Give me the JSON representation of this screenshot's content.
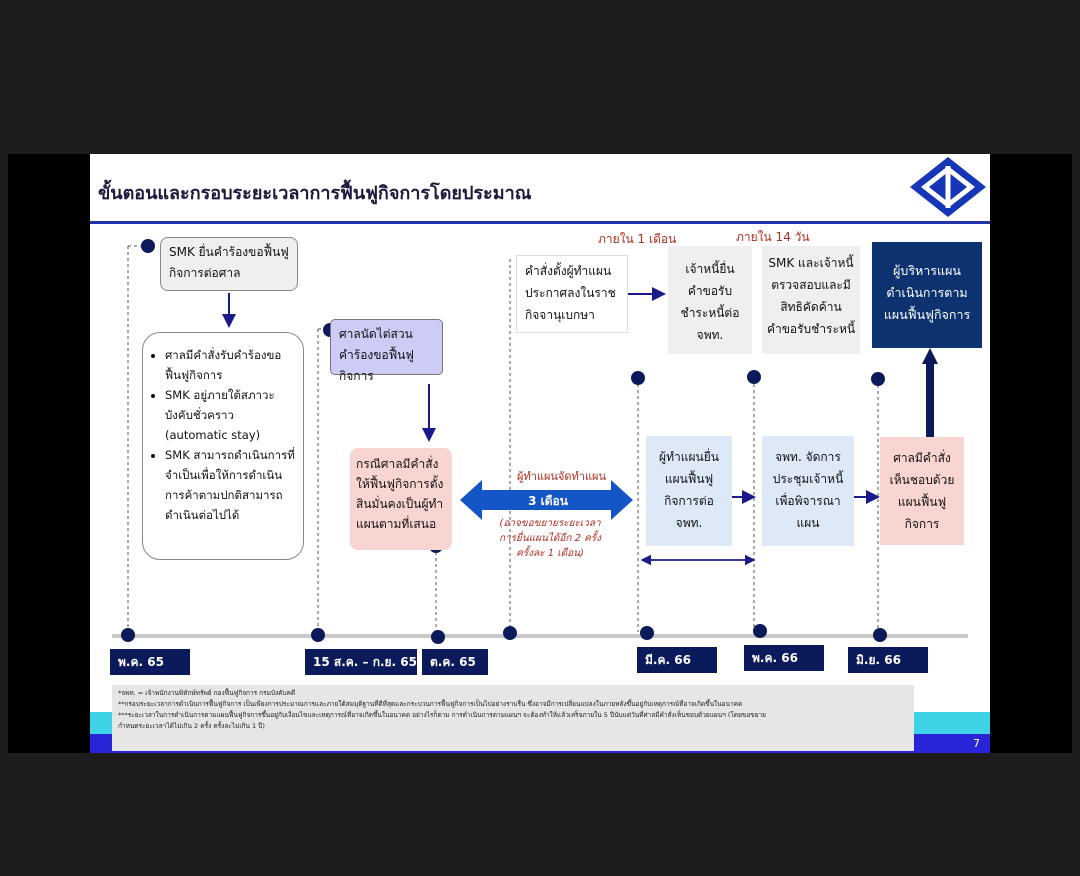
{
  "title": "ขั้นตอนและกรอบระยะเวลาการฟื้นฟูกิจการโดยประมาณ",
  "colors": {
    "title_rule": "#2233aa",
    "navy": "#0b1a5a",
    "dark_blue": "#0d3270",
    "arrow_blue": "#1556c7",
    "pink": "#f9d5d1",
    "lavender": "#ccccf7",
    "light_blue": "#dde9f7",
    "light_gray": "#efefef",
    "red": "#b03020",
    "cyan": "#3ed2e6"
  },
  "steps": {
    "smk_file": "SMK ยื่นคำร้องขอฟื้นฟูกิจการต่อศาล",
    "court_accept_bullets": [
      "ศาลมีคำสั่งรับคำร้องขอฟื้นฟูกิจการ",
      "SMK อยู่ภายใต้สภาวะบังคับชั่วคราว (automatic stay)",
      "SMK สามารถดำเนินการที่จำเป็นเพื่อให้การดำเนินการค้าตามปกติสามารถดำเนินต่อไปได้"
    ],
    "court_hearing": "ศาลนัดไต่สวนคำร้องขอฟื้นฟูกิจการ",
    "court_order": "กรณีศาลมีคำสั่งให้ฟื้นฟูกิจการตั้งสินมั่นคงเป็นผู้ทำแผนตามที่เสนอ",
    "gazette": "คำสั่งตั้งผู้ทำแผนประกาศลงในราชกิจจานุเบกษา",
    "creditor_claim": "เจ้าหนี้ยื่นคำขอรับชำระหนี้ต่อ จพท.",
    "verify_claims": "SMK และเจ้าหนี้ตรวจสอบและมีสิทธิคัดค้านคำขอรับชำระหนี้",
    "plan_admin": "ผู้บริหารแผนดำเนินการตามแผนฟื้นฟูกิจการ",
    "submit_plan": "ผู้ทำแผนยื่นแผนฟื้นฟูกิจการต่อ จพท.",
    "creditor_meeting": "จพท. จัดการประชุมเจ้าหนี้เพื่อพิจารณาแผน",
    "court_approve": "ศาลมีคำสั่งเห็นชอบด้วยแผนฟื้นฟูกิจการ"
  },
  "labels": {
    "within_1_month": "ภายใน 1 เดือน",
    "within_14_days": "ภายใน 14 วัน",
    "plan_prep": "ผู้ทำแผนจัดทำแผน",
    "three_months": "3 เดือน",
    "extension_note": "(อาจขอขยายระยะเวลาการยื่นแผนได้อีก 2 ครั้ง ครั้งละ 1 เดือน)"
  },
  "timeline_dates": [
    "พ.ค. 65",
    "15 ส.ค. – ก.ย. 65",
    "ต.ค. 65",
    "มี.ค. 66",
    "พ.ค. 66",
    "มิ.ย. 66"
  ],
  "footnotes": [
    "*จพท. = เจ้าพนักงานพิทักษ์ทรัพย์ กองฟื้นฟูกิจการ กรมบังคับคดี",
    "**กรอบระยะเวลาการดำเนินการฟื้นฟูกิจการ เป็นเพียงการประมาณการและภายใต้สมมุติฐานที่ดีที่สุดและกระบวนการฟื้นฟูกิจการเป็นไปอย่างราบรื่น ซึ่งอาจมีการเปลี่ยนแปลงในภายหลังขึ้นอยู่กับเหตุการณ์ที่อาจเกิดขึ้นในอนาคต",
    "***ระยะเวลาในการดำเนินการตามแผนฟื้นฟูกิจการขึ้นอยู่กับเงื่อนไขและเหตุการณ์ที่อาจเกิดขึ้นในอนาคต อย่างไรก็ตาม การดำเนินการตามแผนฯ จะต้องทำให้แล้วเสร็จภายใน 5 ปีนับแต่วันที่ศาลมีคำสั่งเห็นชอบด้วยแผนฯ (โดยขอขยาย",
    "กำหนดระยะเวลาได้ไม่เกิน 2 ครั้ง ครั้งละไม่เกิน 1 ปี)"
  ],
  "page_number": "7",
  "logo": "diamond-logo"
}
